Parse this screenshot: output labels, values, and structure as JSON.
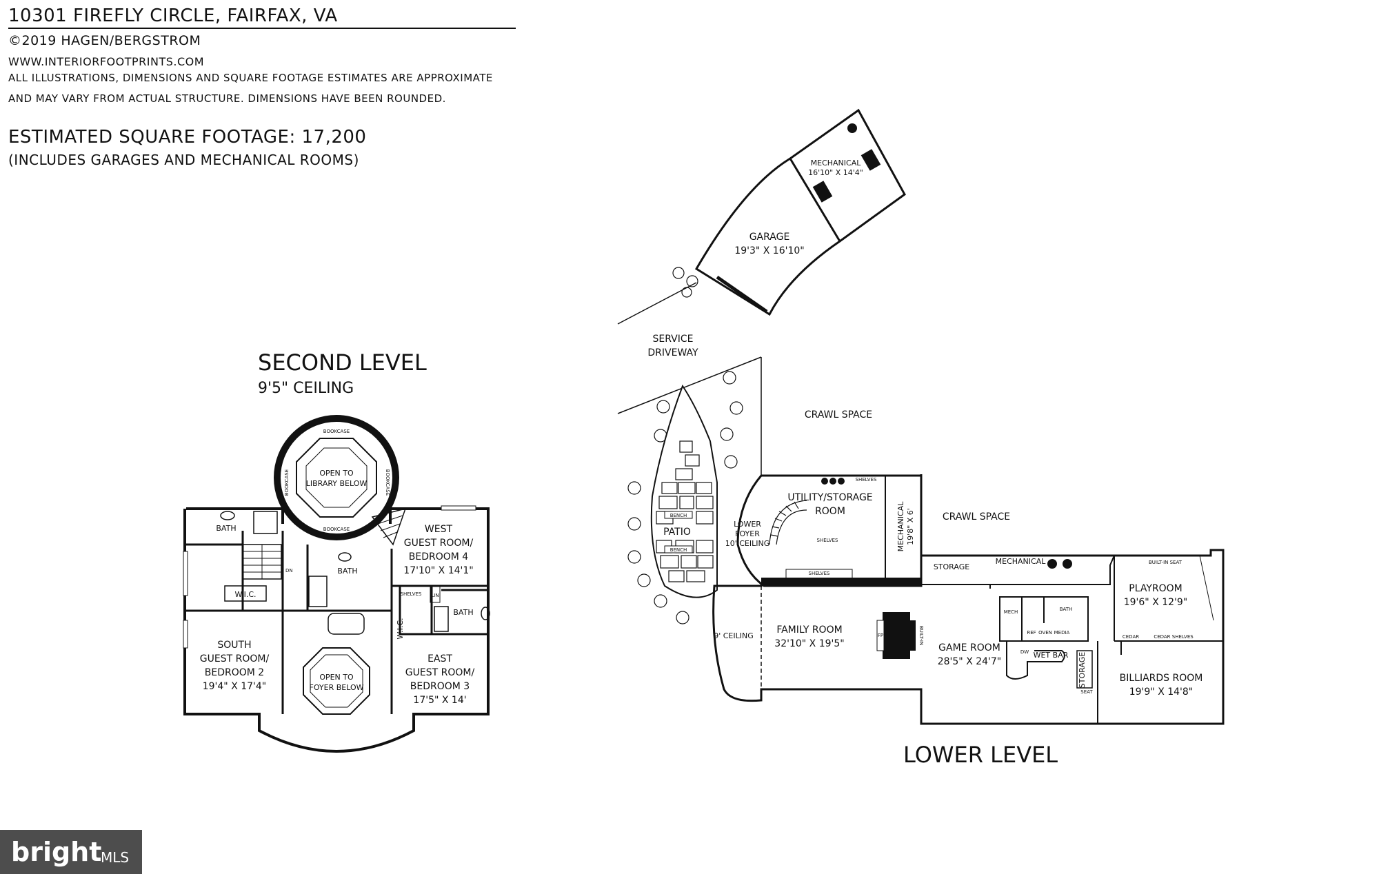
{
  "header": {
    "address": "10301 FIREFLY CIRCLE, FAIRFAX, VA",
    "copyright": "©2019 HAGEN/BERGSTROM",
    "url": "WWW.INTERIORFOOTPRINTS.COM",
    "disclaimer_1": "ALL ILLUSTRATIONS, DIMENSIONS AND SQUARE FOOTAGE ESTIMATES ARE APPROXIMATE",
    "disclaimer_2": "AND MAY VARY FROM ACTUAL STRUCTURE. DIMENSIONS HAVE BEEN ROUNDED.",
    "square_footage": "ESTIMATED SQUARE FOOTAGE: 17,200",
    "includes": "(INCLUDES GARAGES AND MECHANICAL ROOMS)"
  },
  "second_level": {
    "title": "SECOND LEVEL",
    "ceiling": "9'5\" CEILING",
    "rooms": {
      "library_1": "OPEN TO",
      "library_2": "LIBRARY BELOW",
      "foyer_1": "OPEN TO",
      "foyer_2": "FOYER BELOW",
      "bath_nw": "BATH",
      "bath_center": "BATH",
      "bath_east": "BATH",
      "wic_south": "W.I.C.",
      "wic_east": "W.I.C.",
      "lin": "LIN",
      "shelves": "SHELVES",
      "dn": "DN",
      "bookcase": "BOOKCASE",
      "west_1": "WEST",
      "west_2": "GUEST ROOM/",
      "west_3": "BEDROOM 4",
      "west_4": "17'10\" X 14'1\"",
      "south_1": "SOUTH",
      "south_2": "GUEST ROOM/",
      "south_3": "BEDROOM 2",
      "south_4": "19'4\" X 17'4\"",
      "east_1": "EAST",
      "east_2": "GUEST ROOM/",
      "east_3": "BEDROOM 3",
      "east_4": "17'5\" X 14'"
    }
  },
  "lower_level": {
    "title": "LOWER LEVEL",
    "rooms": {
      "mechanical_top": "MECHANICAL",
      "mechanical_top_dim": "16'10\" X 14'4\"",
      "garage": "GARAGE",
      "garage_dim": "19'3\" X 16'10\"",
      "service_1": "SERVICE",
      "service_2": "DRIVEWAY",
      "crawl_1": "CRAWL SPACE",
      "crawl_2": "CRAWL SPACE",
      "utility_1": "UTILITY/STORAGE",
      "utility_2": "ROOM",
      "mechanical_side": "MECHANICAL",
      "mechanical_side_dim": "19'8\" X 6'",
      "patio": "PATIO",
      "bench": "BENCH",
      "lower_foyer_1": "LOWER",
      "lower_foyer_2": "FOYER",
      "lower_foyer_3": "10' CEILING",
      "shelves": "SHELVES",
      "storage": "STORAGE",
      "mechanical_mid": "MECHANICAL",
      "builtin_seat": "BUILT-IN SEAT",
      "playroom": "PLAYROOM",
      "playroom_dim": "19'6\" X 12'9\"",
      "nine_ceiling": "9' CEILING",
      "family": "FAMILY ROOM",
      "family_dim": "32'10\" X 19'5\"",
      "fp": "FP",
      "built_in": "BUILT-IN",
      "game": "GAME ROOM",
      "game_dim": "28'5\" X 24'7\"",
      "mech": "MECH",
      "bath": "BATH",
      "wet_bar": "WET BAR",
      "storage_v": "STORAGE",
      "billiards": "BILLIARDS ROOM",
      "billiards_dim": "19'9\" X 14'8\"",
      "cedar": "CEDAR",
      "cedar_shelves": "CEDAR SHELVES",
      "seat": "SEAT",
      "ref": "REF",
      "oven": "OVEN",
      "media": "MEDIA",
      "dw": "DW"
    }
  },
  "logo": {
    "brand": "bright",
    "suffix": "MLS"
  }
}
